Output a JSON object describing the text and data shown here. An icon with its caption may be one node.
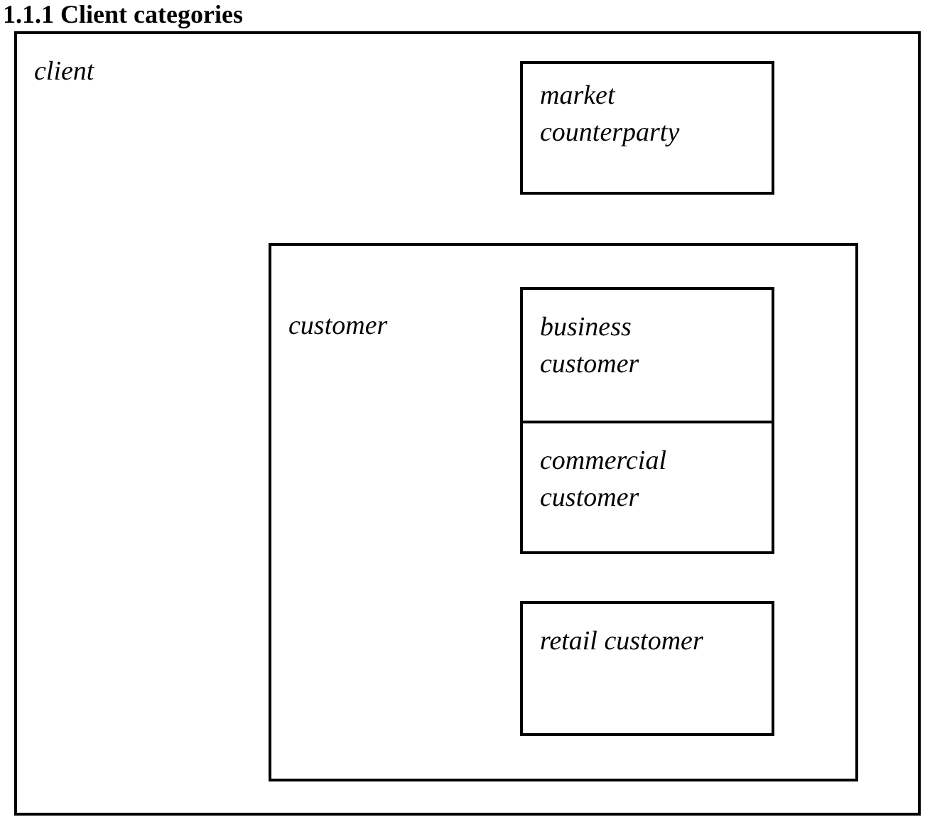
{
  "diagram": {
    "title": "1.1.1 Client categories",
    "nodes": [
      {
        "text": [
          "client"
        ]
      },
      {
        "text": [
          "market counterparty"
        ],
        "in": 0
      },
      {
        "text": [
          "customer"
        ],
        "in": 0
      },
      {
        "text": [
          "business customer"
        ],
        "in": 2
      },
      {
        "text": [
          "commercial customer"
        ],
        "in": 2
      },
      {
        "text": [
          "retail customer"
        ],
        "in": 2
      }
    ]
  }
}
